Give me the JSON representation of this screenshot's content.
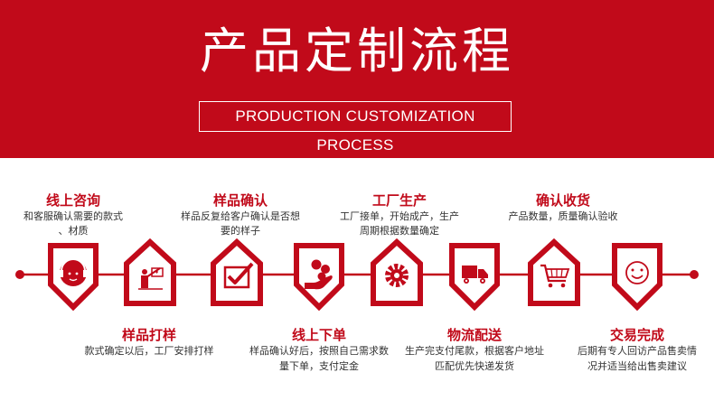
{
  "header": {
    "title": "产品定制流程",
    "subtitle": "PRODUCTION CUSTOMIZATION PROCESS"
  },
  "colors": {
    "brand_red": "#c10a1a",
    "text": "#333333",
    "background": "#ffffff"
  },
  "steps": [
    {
      "title": "线上咨询",
      "desc_line1": "和客服确认需要的款式",
      "desc_line2": "、材质",
      "icon": "headset-agent-icon"
    },
    {
      "title": "样品打样",
      "desc_line1": "款式确定以后，工厂安排打样",
      "desc_line2": "",
      "icon": "presenter-board-icon"
    },
    {
      "title": "样品确认",
      "desc_line1": "样品反复给客户确认是否想",
      "desc_line2": "要的样子",
      "icon": "checkbox-icon"
    },
    {
      "title": "线上下单",
      "desc_line1": "样品确认好后，按照自己需求数",
      "desc_line2": "量下单，支付定金",
      "icon": "hand-coins-icon"
    },
    {
      "title": "工厂生产",
      "desc_line1": "工厂接单，开始成产，生产",
      "desc_line2": "周期根据数量确定",
      "icon": "gear-icon"
    },
    {
      "title": "物流配送",
      "desc_line1": "生产完支付尾款，根据客户地址",
      "desc_line2": "匹配优先快递发货",
      "icon": "delivery-truck-icon"
    },
    {
      "title": "确认收货",
      "desc_line1": "产品数量，质量确认验收",
      "desc_line2": "",
      "icon": "shopping-cart-icon"
    },
    {
      "title": "交易完成",
      "desc_line1": "后期有专人回访产品售卖情",
      "desc_line2": "况并适当给出售卖建议",
      "icon": "smiley-icon"
    }
  ]
}
